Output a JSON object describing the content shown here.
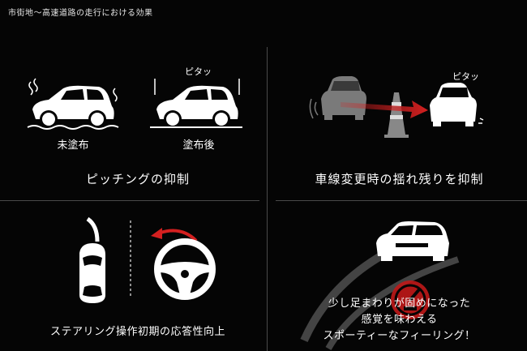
{
  "header": {
    "title": "市街地〜高速道路の走行における効果"
  },
  "panels": {
    "pitching": {
      "label_before": "未塗布",
      "label_after": "塗布後",
      "tag": "ピタッ",
      "caption": "ピッチングの抑制"
    },
    "lane_change": {
      "tag": "ピタッ",
      "caption": "車線変更時の揺れ残りを抑制"
    },
    "steering": {
      "caption": "ステアリング操作初期の応答性向上"
    },
    "feeling": {
      "lines": [
        "少し足まわりが固めになった",
        "感覚を味わえる",
        "スポーティーなフィーリング！"
      ]
    }
  },
  "colors": {
    "background": "#050505",
    "accent_red": "#d42020",
    "divider": "#4a4a4a"
  }
}
